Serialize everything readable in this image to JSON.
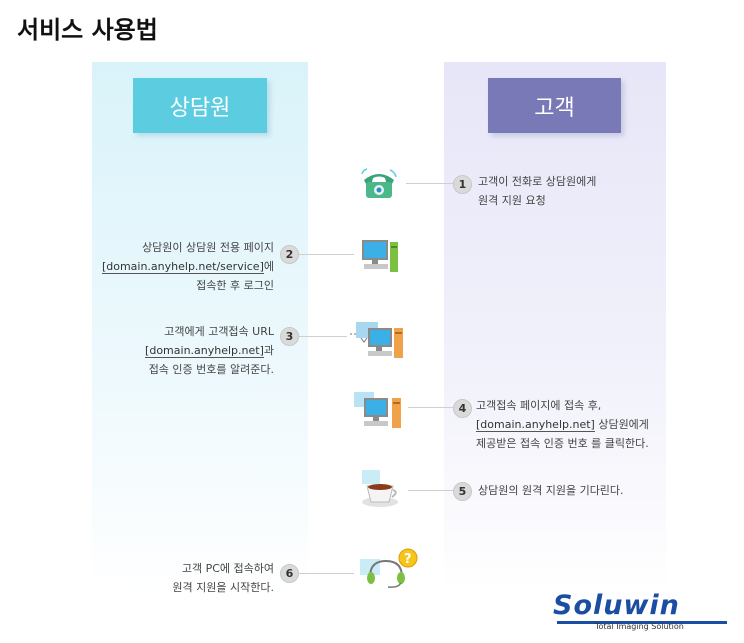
{
  "page_title": "서비스 사용법",
  "headers": {
    "left": "상담원",
    "right": "고객"
  },
  "steps": [
    {
      "num": "1",
      "lines": [
        "고객이 전화로 상담원에게",
        "원격 지원 요청"
      ],
      "icon": "telephone-icon"
    },
    {
      "num": "2",
      "lines": [
        "상담원이 상담원 전용 페이지",
        "[domain.anyhelp.net/service]",
        "에",
        "접속한 후 로그인"
      ],
      "icon": "computer-icon"
    },
    {
      "num": "3",
      "lines": [
        "고객에게 고객접속 URL",
        "[domain.anyhelp.net]",
        "과",
        "접속 인증 번호를 알려준다."
      ],
      "icon": "computer-transfer-icon"
    },
    {
      "num": "4",
      "lines": [
        "고객접속 페이지에 접속 후,",
        "[domain.anyhelp.net]",
        " 상담원에게",
        "제공받은 접속 인증 번호 를 클릭한다."
      ],
      "icon": "computer-icon"
    },
    {
      "num": "5",
      "lines": [
        "상담원의 원격 지원을 기다린다."
      ],
      "icon": "coffee-cup-icon"
    },
    {
      "num": "6",
      "lines": [
        "고객 PC에 접속하여",
        "원격 지원을 시작한다."
      ],
      "icon": "headset-help-icon"
    }
  ],
  "logo": {
    "word": "Soluwin",
    "tagline": "Total Imaging Solution"
  },
  "colors": {
    "left_header": "#5ccde1",
    "right_header": "#7a79b7",
    "logo_blue": "#1b4ea3"
  }
}
